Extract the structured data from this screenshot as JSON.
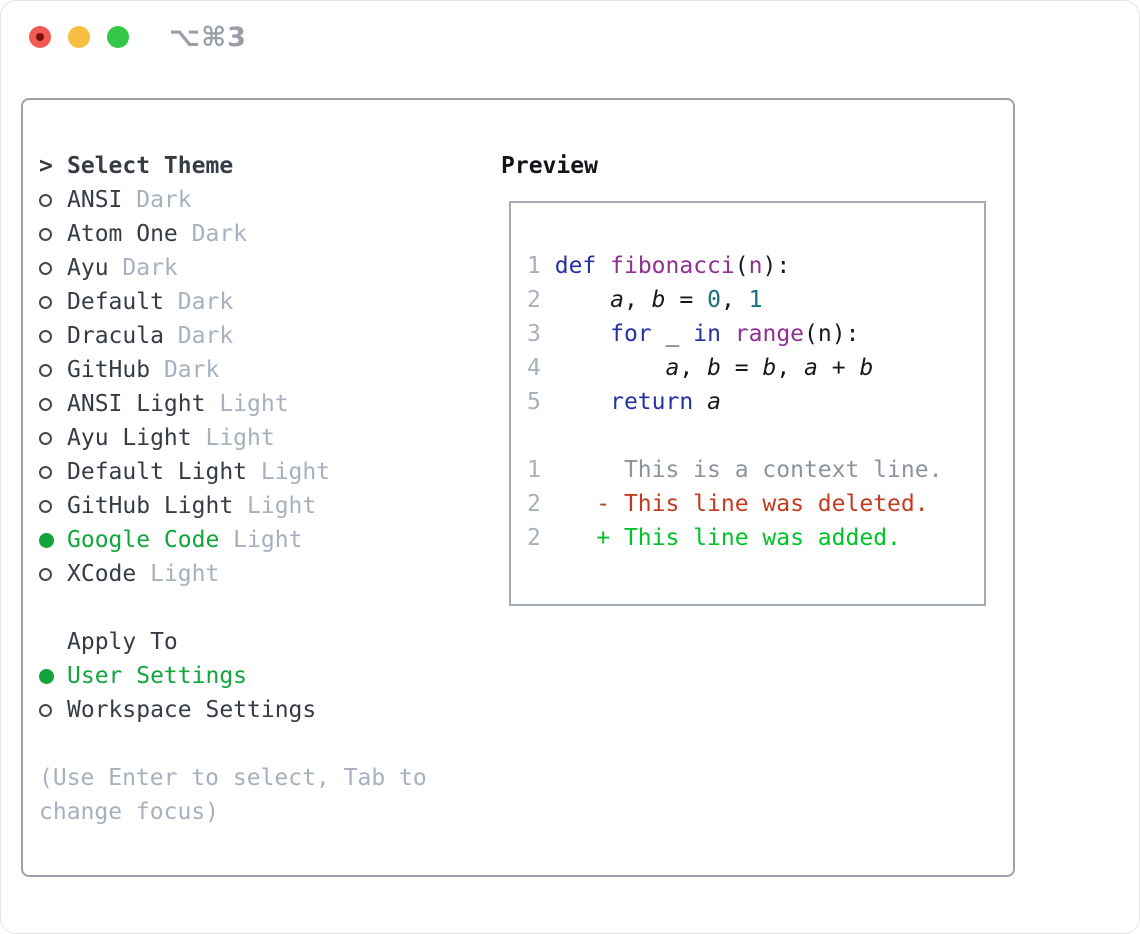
{
  "window": {
    "title": "⌥⌘3"
  },
  "theme_panel": {
    "header": {
      "marker": ">",
      "label": "Select Theme"
    },
    "themes": [
      {
        "name": "ANSI",
        "variant": "Dark",
        "selected": false
      },
      {
        "name": "Atom One",
        "variant": "Dark",
        "selected": false
      },
      {
        "name": "Ayu",
        "variant": "Dark",
        "selected": false
      },
      {
        "name": "Default",
        "variant": "Dark",
        "selected": false
      },
      {
        "name": "Dracula",
        "variant": "Dark",
        "selected": false
      },
      {
        "name": "GitHub",
        "variant": "Dark",
        "selected": false
      },
      {
        "name": "ANSI Light",
        "variant": "Light",
        "selected": false
      },
      {
        "name": "Ayu Light",
        "variant": "Light",
        "selected": false
      },
      {
        "name": "Default Light",
        "variant": "Light",
        "selected": false
      },
      {
        "name": "GitHub Light",
        "variant": "Light",
        "selected": false
      },
      {
        "name": "Google Code",
        "variant": "Light",
        "selected": true
      },
      {
        "name": "XCode",
        "variant": "Light",
        "selected": false
      }
    ],
    "apply_to": {
      "label": "Apply To",
      "options": [
        {
          "name": "User Settings",
          "selected": true
        },
        {
          "name": "Workspace Settings",
          "selected": false
        }
      ]
    },
    "hint_lines": [
      "(Use Enter to select, Tab to",
      "change focus)"
    ]
  },
  "preview": {
    "label": "Preview",
    "code_lines": [
      {
        "num": "1",
        "tokens": [
          [
            "def",
            "k"
          ],
          [
            " ",
            "p"
          ],
          [
            "fibonacci",
            "f"
          ],
          [
            "(",
            "p"
          ],
          [
            "n",
            "f"
          ],
          [
            "):",
            "p"
          ]
        ]
      },
      {
        "num": "2",
        "tokens": [
          [
            "    ",
            "p"
          ],
          [
            "a",
            "v"
          ],
          [
            ", ",
            "p"
          ],
          [
            "b",
            "v"
          ],
          [
            " = ",
            "p"
          ],
          [
            "0",
            "n"
          ],
          [
            ", ",
            "p"
          ],
          [
            "1",
            "n"
          ]
        ]
      },
      {
        "num": "3",
        "tokens": [
          [
            "    ",
            "p"
          ],
          [
            "for",
            "k"
          ],
          [
            " ",
            "p"
          ],
          [
            "_",
            "p"
          ],
          [
            " ",
            "p"
          ],
          [
            "in",
            "k"
          ],
          [
            " ",
            "p"
          ],
          [
            "range",
            "f"
          ],
          [
            "(n):",
            "p"
          ]
        ]
      },
      {
        "num": "4",
        "tokens": [
          [
            "        ",
            "p"
          ],
          [
            "a",
            "v"
          ],
          [
            ", ",
            "p"
          ],
          [
            "b",
            "v"
          ],
          [
            " = ",
            "p"
          ],
          [
            "b",
            "v"
          ],
          [
            ", ",
            "p"
          ],
          [
            "a",
            "v"
          ],
          [
            " + ",
            "p"
          ],
          [
            "b",
            "v"
          ]
        ]
      },
      {
        "num": "5",
        "tokens": [
          [
            "    ",
            "p"
          ],
          [
            "return",
            "k"
          ],
          [
            " ",
            "p"
          ],
          [
            "a",
            "v"
          ]
        ]
      }
    ],
    "diff_lines": [
      {
        "num": "1",
        "text": "      This is a context line.",
        "kind": "context"
      },
      {
        "num": "2",
        "text": "    - This line was deleted.",
        "kind": "deleted"
      },
      {
        "num": "2",
        "text": "    + This line was added.",
        "kind": "added"
      }
    ]
  },
  "colors": {
    "accent_green": "#12a53c",
    "list_text": "#363c45",
    "muted": "#a7b1bd",
    "keyword": "#2531a3",
    "function": "#8d3193",
    "number_literal": "#16717c",
    "code_plain": "#16191d",
    "line_number": "#a7b1bd",
    "diff_context": "#8b949d",
    "diff_deleted": "#c53b22",
    "diff_added": "#00c327",
    "panel_border": "#9aa3ae",
    "preview_border": "#a3abb6",
    "titlebar_text": "#999fa7",
    "traffic_red": "#f05c55",
    "traffic_yellow": "#f6bd41",
    "traffic_green": "#33c748",
    "traffic_red_dot": "#7c120b"
  }
}
